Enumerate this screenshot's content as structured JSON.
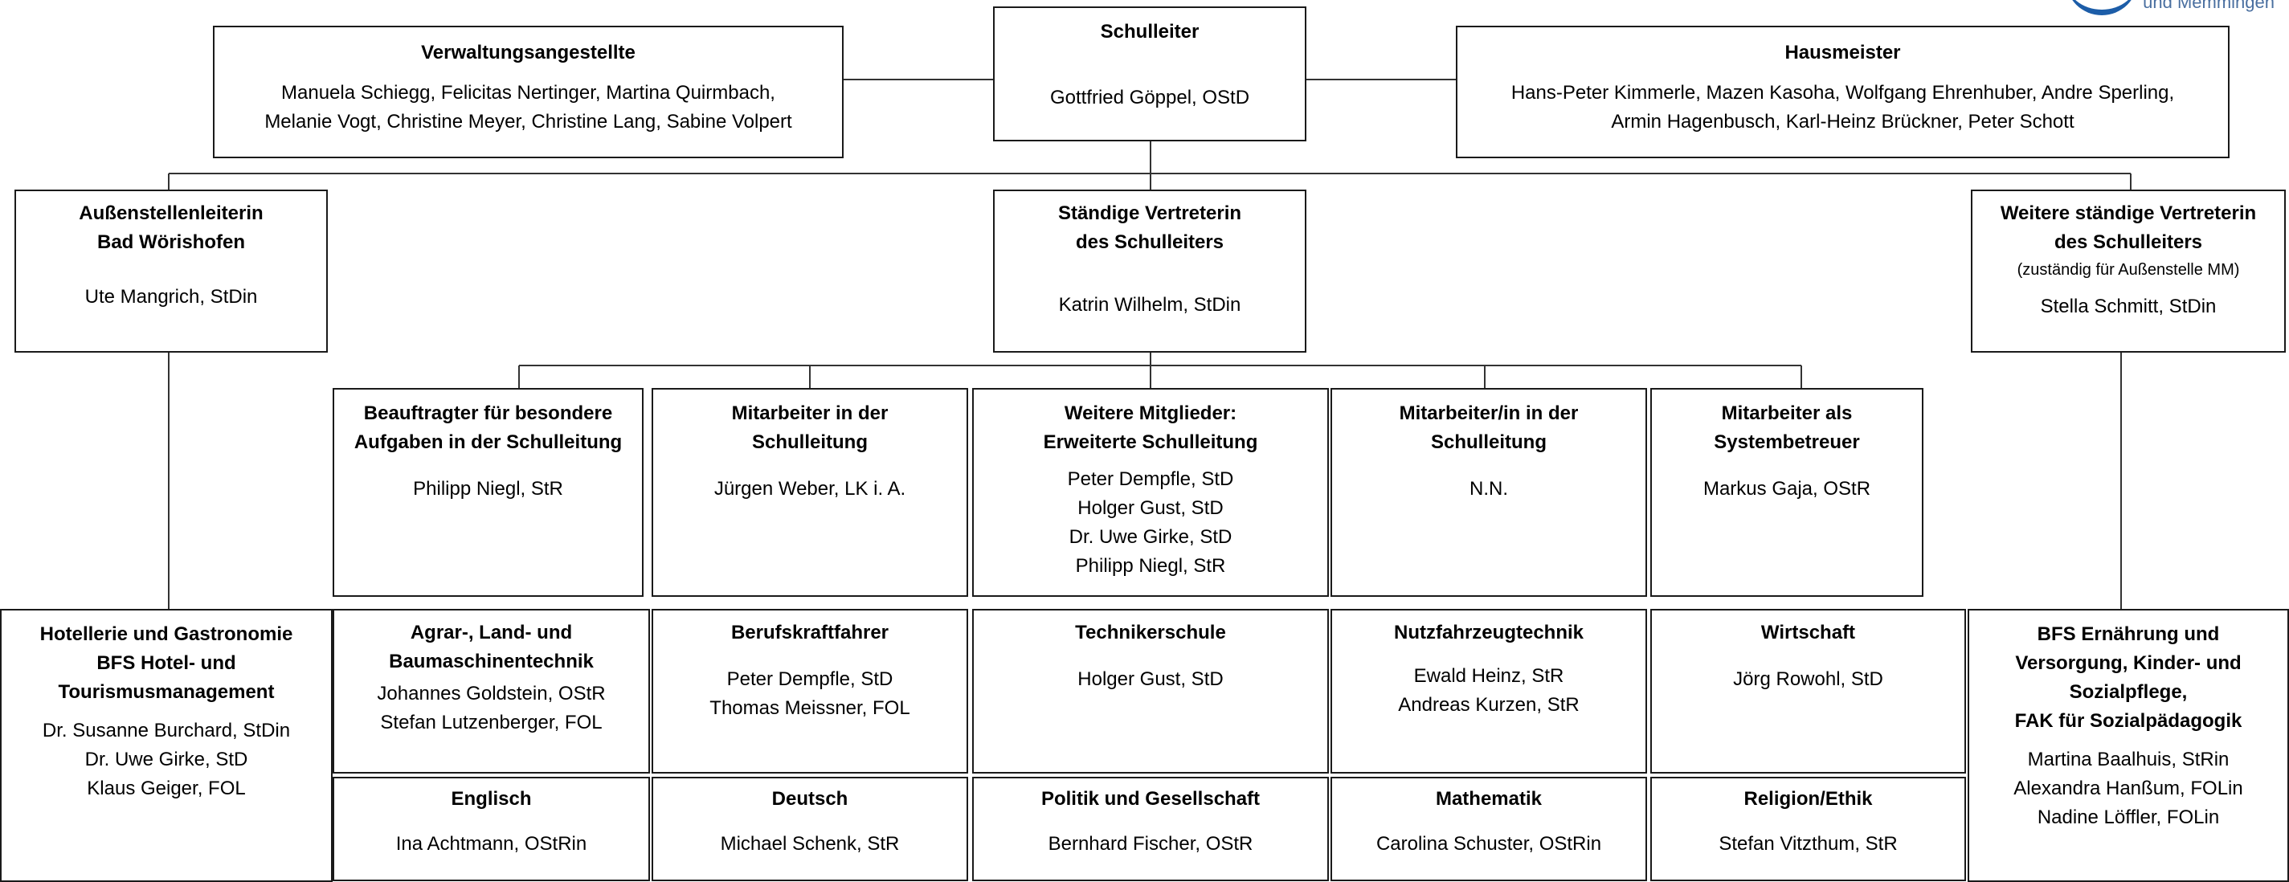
{
  "logo": {
    "text": "und Memmingen"
  },
  "top": {
    "schulleiter": {
      "title": "Schulleiter",
      "person": "Gottfried Göppel, OStD"
    },
    "verwaltung": {
      "title": "Verwaltungsangestellte",
      "lines": [
        "Manuela Schiegg, Felicitas Nertinger, Martina Quirmbach,",
        "Melanie Vogt, Christine Meyer, Christine Lang, Sabine Volpert"
      ]
    },
    "hausmeister": {
      "title": "Hausmeister",
      "lines": [
        "Hans-Peter Kimmerle, Mazen Kasoha, Wolfgang Ehrenhuber, Andre Sperling,",
        "Armin Hagenbusch, Karl-Heinz Brückner, Peter Schott"
      ]
    }
  },
  "middle": {
    "aussenstelle": {
      "title_lines": [
        "Außenstellenleiterin",
        "Bad Wörishofen"
      ],
      "person": "Ute Mangrich, StDin"
    },
    "vertreterin": {
      "title_lines": [
        "Ständige Vertreterin",
        "des Schulleiters"
      ],
      "person": "Katrin Wilhelm, StDin"
    },
    "weitere_vertreterin": {
      "title_lines": [
        "Weitere ständige Vertreterin",
        "des Schulleiters"
      ],
      "note": "(zuständig für Außenstelle MM)",
      "person": "Stella Schmitt, StDin"
    }
  },
  "leadership": [
    {
      "title_lines": [
        "Beauftragter für besondere",
        "Aufgaben in der Schulleitung"
      ],
      "people": [
        "Philipp Niegl, StR"
      ]
    },
    {
      "title_lines": [
        "Mitarbeiter in der",
        "Schulleitung"
      ],
      "people": [
        "Jürgen Weber, LK i. A."
      ]
    },
    {
      "title_lines": [
        "Weitere Mitglieder:",
        "Erweiterte Schulleitung"
      ],
      "people": [
        "Peter Dempfle, StD",
        "Holger Gust, StD",
        "Dr. Uwe Girke, StD",
        "Philipp Niegl, StR"
      ]
    },
    {
      "title_lines": [
        "Mitarbeiter/in in der",
        "Schulleitung"
      ],
      "people": [
        "N.N."
      ]
    },
    {
      "title_lines": [
        "Mitarbeiter als",
        "Systembetreuer"
      ],
      "people": [
        "Markus Gaja, OStR"
      ]
    }
  ],
  "departments_left": {
    "title_lines": [
      "Hotellerie und Gastronomie",
      "BFS Hotel- und",
      "Tourismusmanagement"
    ],
    "people": [
      "Dr. Susanne Burchard, StDin",
      "Dr. Uwe Girke, StD",
      "Klaus Geiger, FOL"
    ]
  },
  "departments_right": {
    "title_lines": [
      "BFS Ernährung und",
      "Versorgung, Kinder- und",
      "Sozialpflege,",
      "FAK für Sozialpädagogik"
    ],
    "people": [
      "Martina Baalhuis, StRin",
      "Alexandra Hanßum, FOLin",
      "Nadine Löffler, FOLin"
    ]
  },
  "departments_row1": [
    {
      "title_lines": [
        "Agrar-, Land- und",
        "Baumaschinentechnik"
      ],
      "people": [
        "Johannes Goldstein, OStR",
        "Stefan Lutzenberger, FOL"
      ]
    },
    {
      "title_lines": [
        "Berufskraftfahrer"
      ],
      "people": [
        "Peter Dempfle, StD",
        "Thomas Meissner, FOL"
      ]
    },
    {
      "title_lines": [
        "Technikerschule"
      ],
      "people": [
        "Holger Gust, StD"
      ]
    },
    {
      "title_lines": [
        "Nutzfahrzeugtechnik"
      ],
      "people": [
        "Ewald Heinz, StR",
        "Andreas Kurzen, StR"
      ]
    },
    {
      "title_lines": [
        "Wirtschaft"
      ],
      "people": [
        "Jörg Rowohl, StD"
      ]
    }
  ],
  "departments_row2": [
    {
      "title_lines": [
        "Englisch"
      ],
      "people": [
        "Ina Achtmann, OStRin"
      ]
    },
    {
      "title_lines": [
        "Deutsch"
      ],
      "people": [
        "Michael Schenk, StR"
      ]
    },
    {
      "title_lines": [
        "Politik und Gesellschaft"
      ],
      "people": [
        "Bernhard Fischer, OStR"
      ]
    },
    {
      "title_lines": [
        "Mathematik"
      ],
      "people": [
        "Carolina Schuster, OStRin"
      ]
    },
    {
      "title_lines": [
        "Religion/Ethik"
      ],
      "people": [
        "Stefan Vitzthum, StR"
      ]
    }
  ]
}
